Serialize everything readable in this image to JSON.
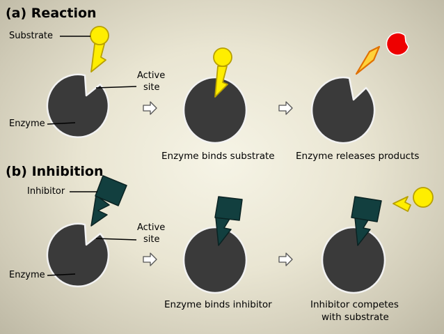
{
  "section_a": {
    "heading": "(a) Reaction",
    "labels": {
      "substrate": "Substrate",
      "active_site_line1": "Active",
      "active_site_line2": "site",
      "enzyme": "Enzyme"
    },
    "captions": {
      "binds": "Enzyme binds substrate",
      "releases": "Enzyme releases products"
    }
  },
  "section_b": {
    "heading": "(b) Inhibition",
    "labels": {
      "inhibitor": "Inhibitor",
      "active_site_line1": "Active",
      "active_site_line2": "site",
      "enzyme": "Enzyme"
    },
    "captions": {
      "binds": "Enzyme binds inhibitor",
      "competes_line1": "Inhibitor competes",
      "competes_line2": "with substrate"
    }
  },
  "colors": {
    "enzyme": "#3a3a3a",
    "enzyme_outline": "#f2f2f2",
    "substrate": "#ffee00",
    "inhibitor": "#123f3f",
    "product_red": "#ee0000",
    "product_diamond": "#ffd23a"
  }
}
